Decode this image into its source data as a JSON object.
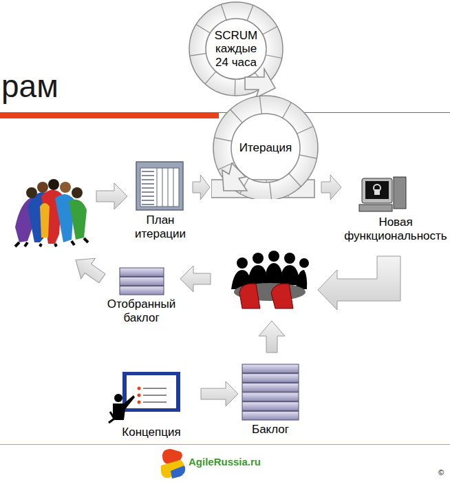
{
  "diagram": {
    "title": "рам",
    "nodes": [
      {
        "text": [
          "SCRUM каждые 24 часа"
        ]
      },
      {
        "text": [
          "Итерация"
        ]
      },
      {
        "text": [
          "План итерации"
        ]
      },
      {
        "text": [
          "Новая функциональность"
        ]
      },
      {
        "text": [
          "Отобранный баклог"
        ]
      },
      {
        "text": [
          "Концепция"
        ]
      },
      {
        "text": [
          "Баклог"
        ]
      }
    ],
    "edges": [
      {
        "from": 2,
        "to": 1,
        "arrow": "to"
      },
      {
        "from": 1,
        "to": 3,
        "arrow": "to"
      },
      {
        "from": 5,
        "to": 6,
        "arrow": "to"
      }
    ],
    "labels": [
      "AgileRussia.ru",
      "©"
    ]
  }
}
